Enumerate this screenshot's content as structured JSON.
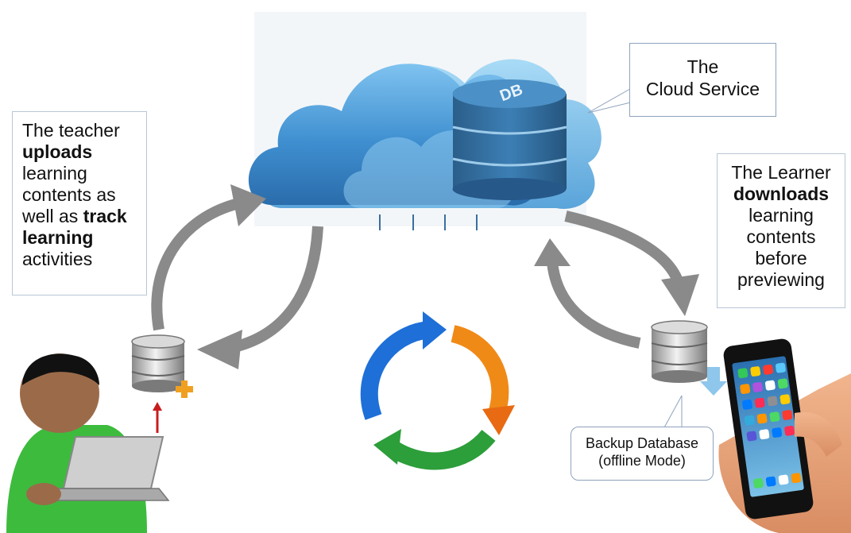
{
  "cloud_label": {
    "line1": "The",
    "line2": "Cloud Service",
    "db_text": "DB"
  },
  "teacher_label": {
    "line1": "The teacher",
    "line2_bold": "uploads",
    "line3": "learning",
    "line4": "contents as",
    "line5_pre": "well as ",
    "line5_bold": "track",
    "line6_bold": "learning",
    "line7": "activities"
  },
  "learner_label": {
    "line1": "The Learner",
    "line2_bold": "downloads",
    "line3": "learning",
    "line4": "contents",
    "line5": "before",
    "line6": "previewing"
  },
  "backup_label": {
    "line1": "Backup Database",
    "line2": "(offline Mode)"
  },
  "colors": {
    "cloud_blue": "#3f8fd0",
    "db_blue": "#2f6b9c",
    "arrow_gray": "#8a8a8a",
    "cycle_blue": "#1e6fd8",
    "cycle_orange": "#f08a17",
    "cycle_green": "#2c9e3a",
    "person_green": "#3dbb3d",
    "plus_orange": "#f0a020"
  },
  "icons": [
    "cloud-icon",
    "database-icon",
    "person-icon",
    "laptop-icon",
    "smartphone-icon",
    "recycle-cycle-icon",
    "download-arrow-icon",
    "plus-icon"
  ]
}
